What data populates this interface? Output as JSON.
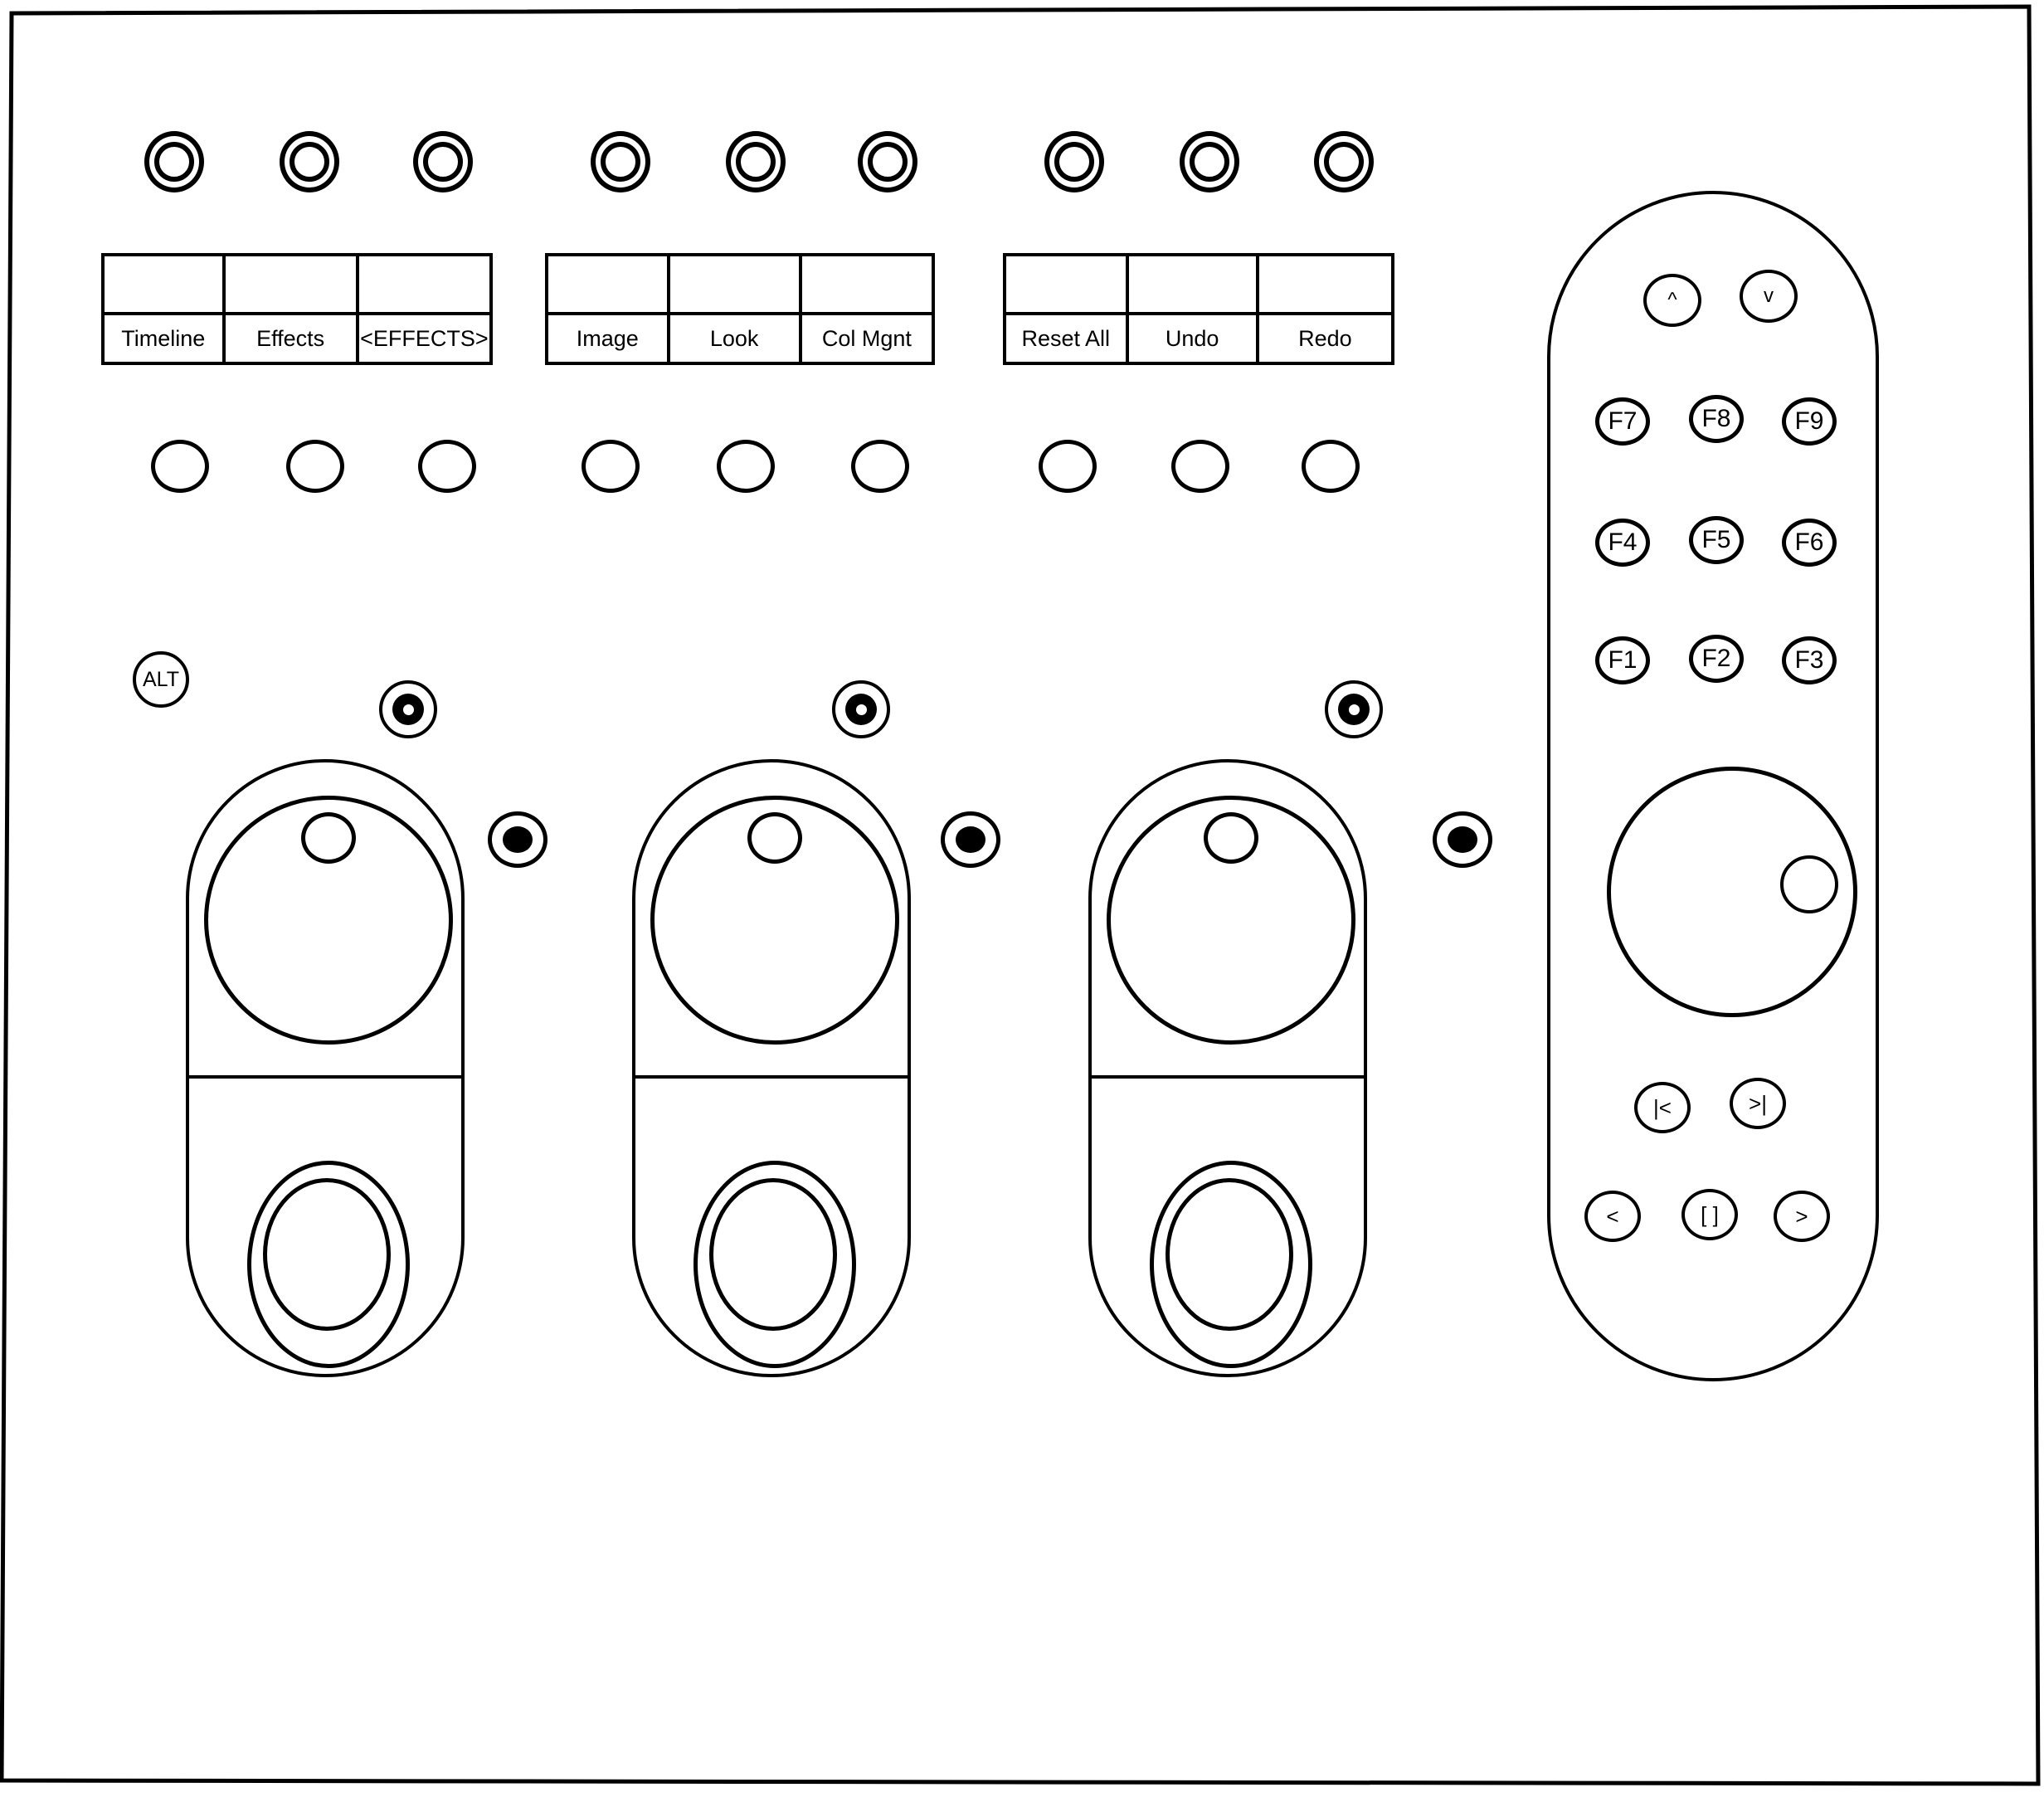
{
  "colors": {
    "ink": "#000000",
    "paper": "#ffffff"
  },
  "display_strips": [
    {
      "labels": [
        "Timeline",
        "Effects",
        "<EFFECTS>"
      ]
    },
    {
      "labels": [
        "Image",
        "Look",
        "Col Mgnt"
      ]
    },
    {
      "labels": [
        "Reset All",
        "Undo",
        "Redo"
      ]
    }
  ],
  "alt_button": {
    "label": "ALT"
  },
  "right_panel": {
    "nav_up": "^",
    "nav_down": "v",
    "f_keys": [
      "F7",
      "F8",
      "F9",
      "F4",
      "F5",
      "F6",
      "F1",
      "F2",
      "F3"
    ],
    "transport": {
      "first": "|<",
      "last": ">|",
      "back": "<",
      "bracket": "[ ]",
      "forward": ">"
    }
  }
}
